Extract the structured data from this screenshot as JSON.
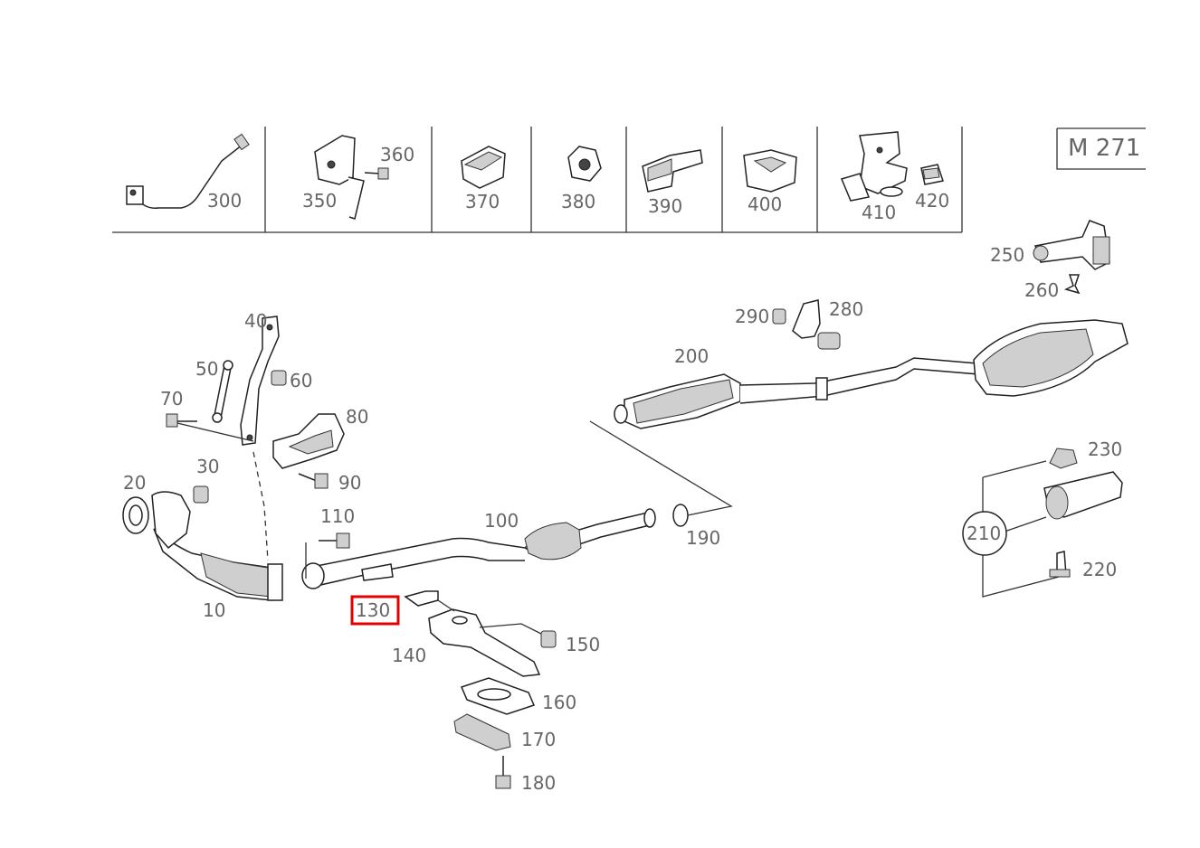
{
  "engine_code": "M 271",
  "kit_labels": [
    "300",
    "350",
    "360",
    "370",
    "380",
    "390",
    "400",
    "410",
    "420"
  ],
  "part_labels": {
    "p10": "10",
    "p20": "20",
    "p30": "30",
    "p40": "40",
    "p50": "50",
    "p60": "60",
    "p70": "70",
    "p80": "80",
    "p90": "90",
    "p100": "100",
    "p110": "110",
    "p130": "130",
    "p140": "140",
    "p150": "150",
    "p160": "160",
    "p170": "170",
    "p180": "180",
    "p190": "190",
    "p200": "200",
    "p210": "210",
    "p220": "220",
    "p230": "230",
    "p250": "250",
    "p260": "260",
    "p280": "280",
    "p290": "290"
  },
  "highlighted_part": "130",
  "colors": {
    "highlight": "#e30000",
    "line": "#333333",
    "label": "#666666"
  }
}
